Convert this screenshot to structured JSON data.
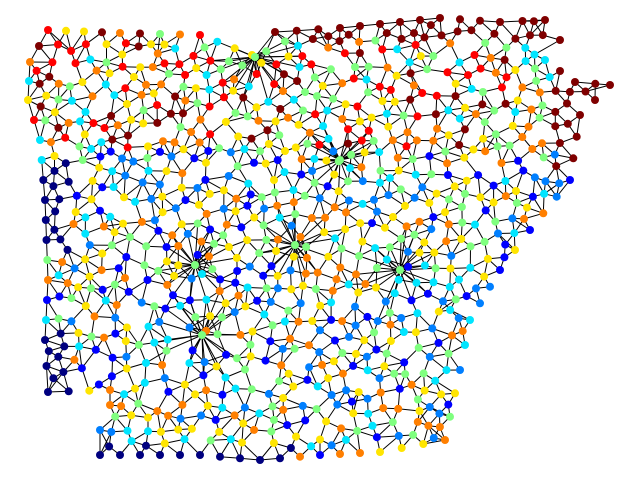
{
  "diagram": {
    "type": "colored mesh graph",
    "shape": "irregular region outline with a triangulated network of nodes",
    "edge_color": "#000000",
    "background": "#ffffff",
    "colormap": "jet",
    "colormap_stops": [
      "#00007f",
      "#0000ff",
      "#007fff",
      "#00e5ff",
      "#7fff7f",
      "#ffe500",
      "#ff7f00",
      "#ff0000",
      "#7f0000"
    ],
    "hub_count": 6
  }
}
